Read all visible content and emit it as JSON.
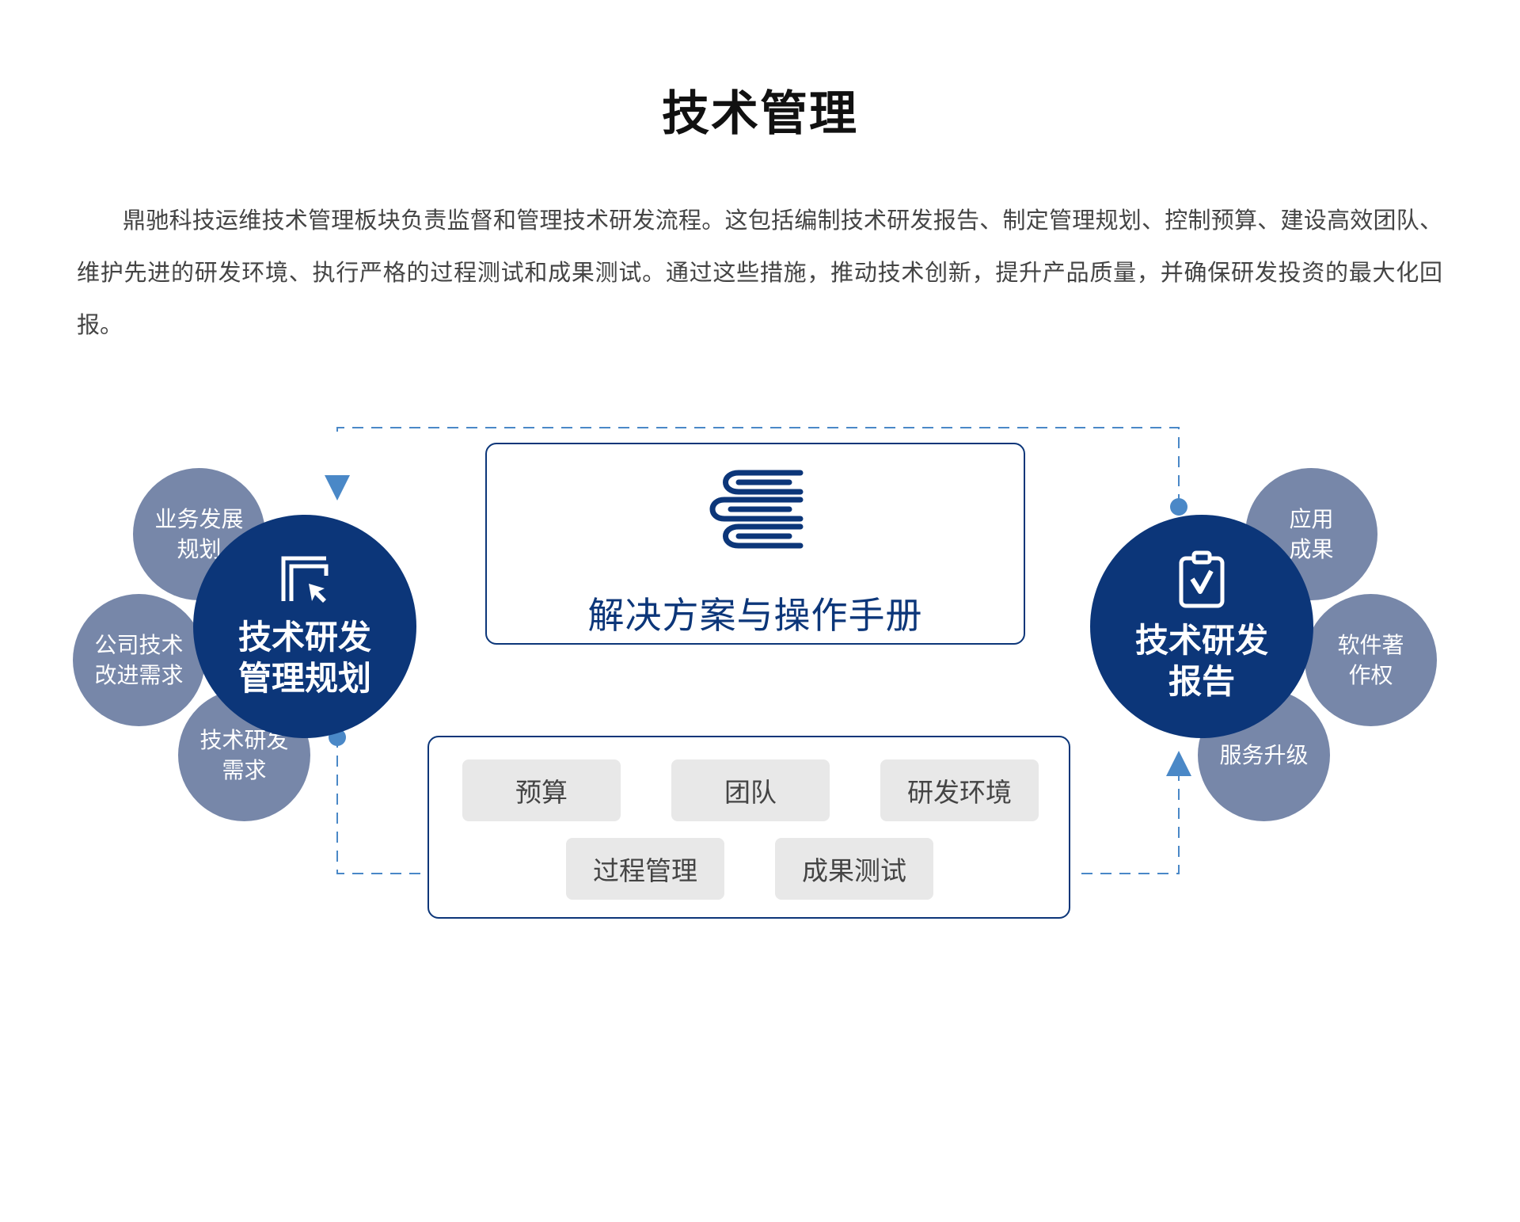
{
  "page": {
    "title": "技术管理",
    "intro": "鼎驰科技运维技术管理板块负责监督和管理技术研发流程。这包括编制技术研发报告、制定管理规划、控制预算、建设高效团队、维护先进的研发环境、执行严格的过程测试和成果测试。通过这些措施，推动技术创新，提升产品质量，并确保研发投资的最大化回报。"
  },
  "left_hub": {
    "line1": "技术研发",
    "line2": "管理规划",
    "icon": "cursor-select-icon",
    "satellites": [
      {
        "line1": "业务发展",
        "line2": "规划"
      },
      {
        "line1": "公司技术",
        "line2": "改进需求"
      },
      {
        "line1": "技术研发",
        "line2": "需求"
      }
    ]
  },
  "right_hub": {
    "line1": "技术研发",
    "line2": "报告",
    "icon": "clipboard-check-icon",
    "satellites": [
      {
        "line1": "应用",
        "line2": "成果"
      },
      {
        "line1": "软件著",
        "line2": "作权"
      },
      {
        "line1": "服务升级",
        "line2": ""
      }
    ]
  },
  "manual": {
    "title": "解决方案与操作手册",
    "icon": "stacked-books-icon"
  },
  "elements": {
    "tags": [
      "预算",
      "团队",
      "研发环境",
      "过程管理",
      "成果测试"
    ]
  },
  "colors": {
    "hub": "#0c3679",
    "satellite": "#7787a9",
    "connector": "#4a88c7",
    "tag_bg": "#e8e8e8"
  }
}
